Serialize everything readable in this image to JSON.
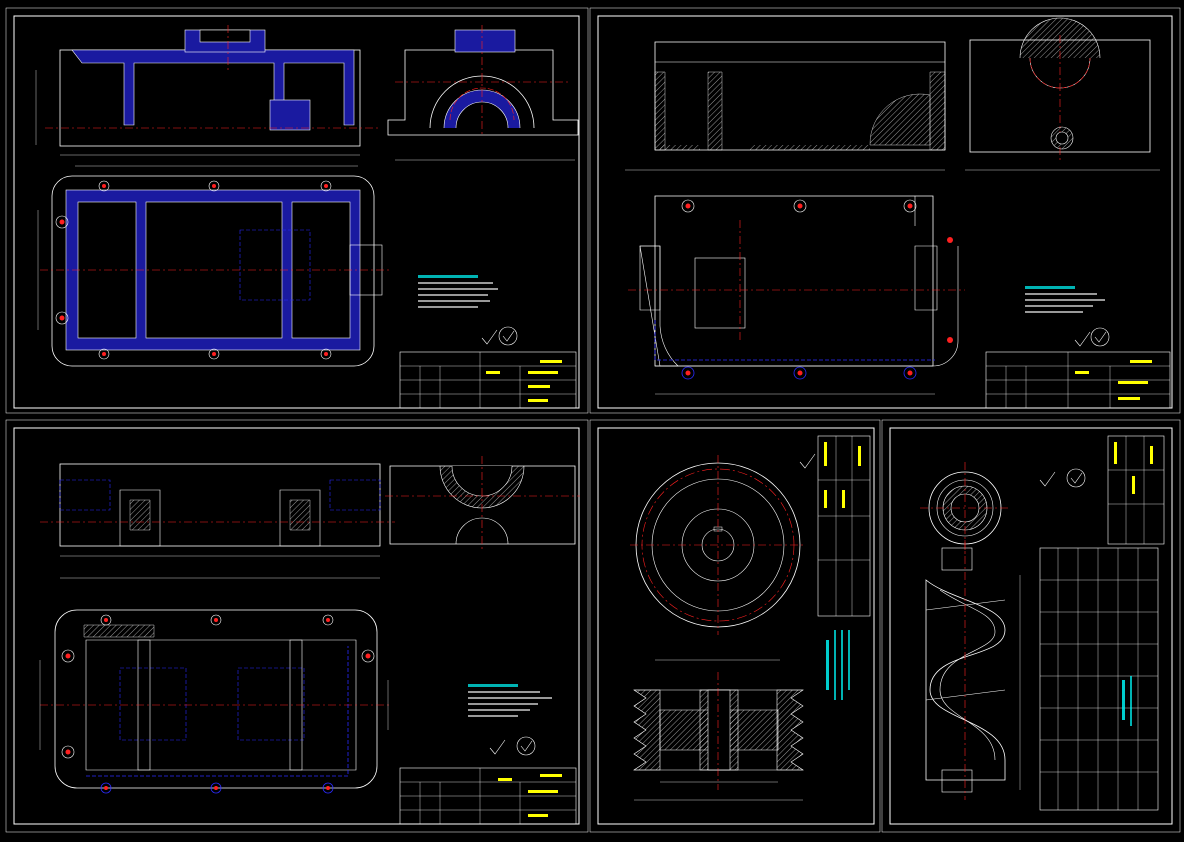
{
  "colors": {
    "background": "#000000",
    "frame": "#ffffff",
    "outline": "#ffffff",
    "section_fill": "#1a1aa0",
    "center_line": "#ff2020",
    "hidden_line": "#2a2aff",
    "dimension": "#ffffff",
    "title_block_text": "#ffff00",
    "notes_text": "#00ffff",
    "hatch": "#ffffff"
  },
  "sheets": [
    {
      "id": "sheet-1"
    },
    {
      "id": "sheet-2"
    },
    {
      "id": "sheet-3"
    },
    {
      "id": "sheet-4"
    },
    {
      "id": "sheet-5"
    }
  ]
}
